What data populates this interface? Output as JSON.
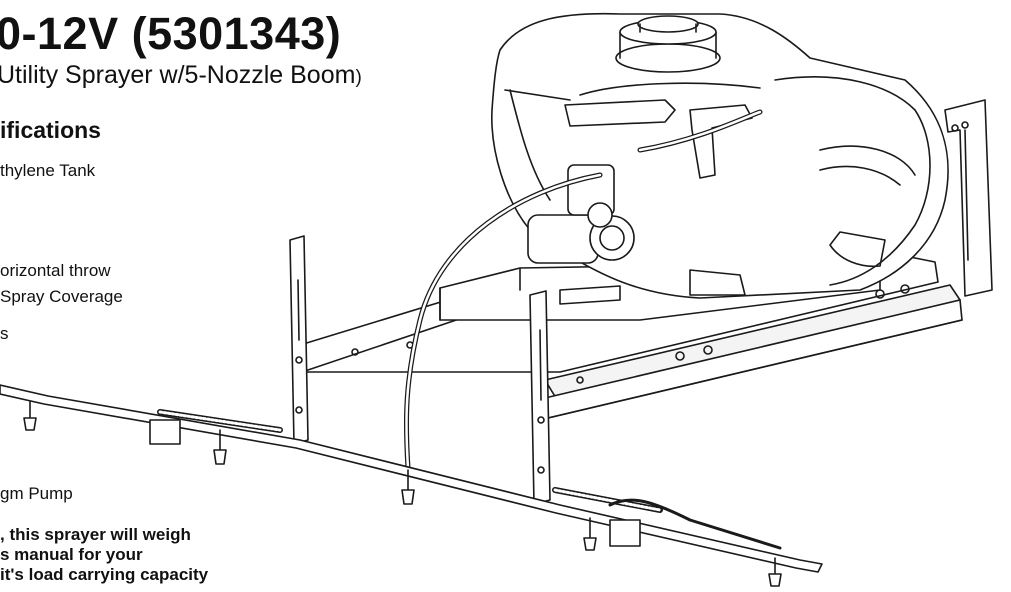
{
  "document": {
    "title": "0-12V (5301343)",
    "subtitle_main": "Utility Sprayer w/5-Nozzle Boom",
    "subtitle_paren": ")",
    "spec_heading": "ifications",
    "specs": [
      "thylene Tank",
      "orizontal throw",
      "Spray Coverage",
      "s",
      "gm Pump"
    ],
    "note_lines": [
      ", this sprayer will  weigh",
      "s manual for your",
      "it's load carrying capacity"
    ]
  },
  "colors": {
    "text": "#111111",
    "line": "#1a1a1a",
    "background": "#ffffff"
  }
}
